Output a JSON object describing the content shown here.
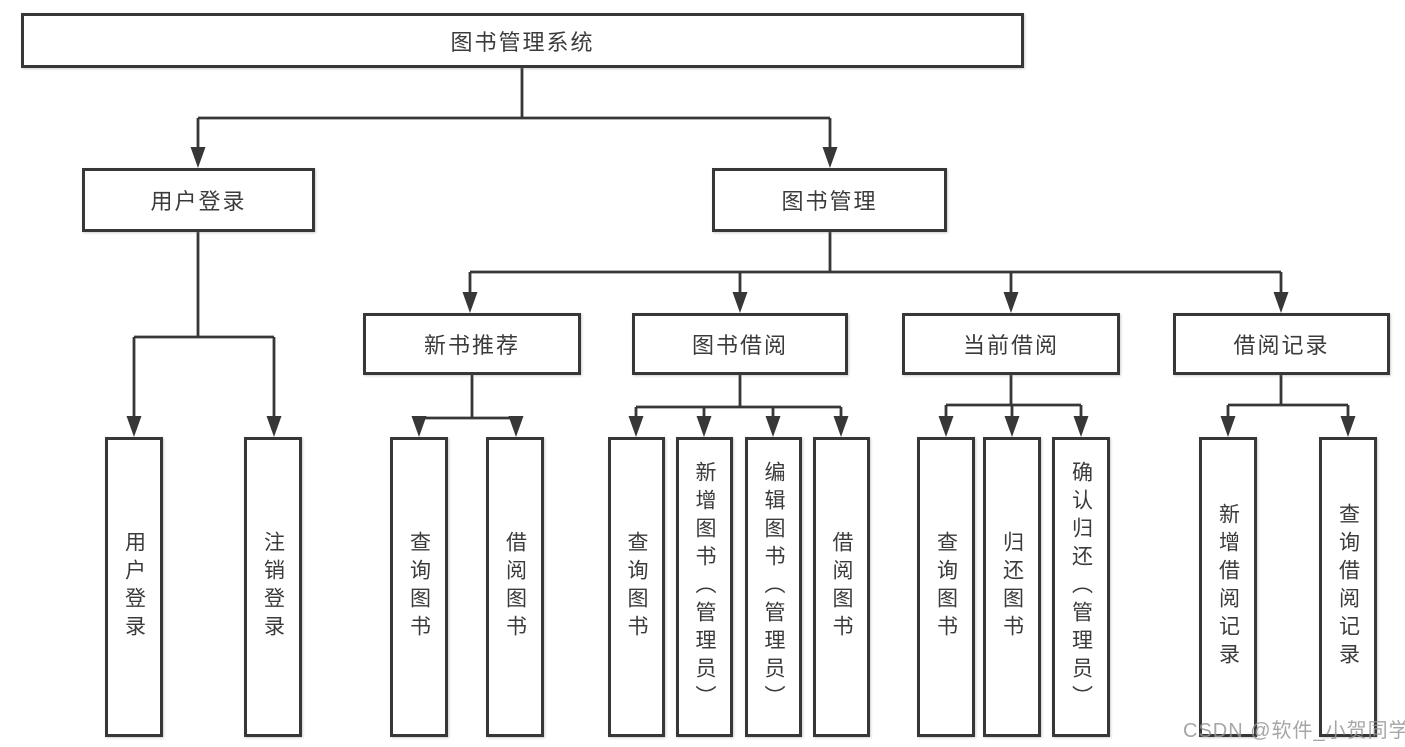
{
  "diagram_type": "hierarchy-tree",
  "hierarchy": {
    "label": "图书管理系统",
    "children": [
      {
        "label": "用户登录",
        "children": [
          {
            "label": "用户登录"
          },
          {
            "label": "注销登录"
          }
        ]
      },
      {
        "label": "图书管理",
        "children": [
          {
            "label": "新书推荐",
            "children": [
              {
                "label": "查询图书"
              },
              {
                "label": "借阅图书"
              }
            ]
          },
          {
            "label": "图书借阅",
            "children": [
              {
                "label": "查询图书"
              },
              {
                "label": "新增图书（管理员）"
              },
              {
                "label": "编辑图书（管理员）"
              },
              {
                "label": "借阅图书"
              }
            ]
          },
          {
            "label": "当前借阅",
            "children": [
              {
                "label": "查询图书"
              },
              {
                "label": "归还图书"
              },
              {
                "label": "确认归还（管理员）"
              }
            ]
          },
          {
            "label": "借阅记录",
            "children": [
              {
                "label": "新增借阅记录"
              },
              {
                "label": "查询借阅记录"
              }
            ]
          }
        ]
      }
    ]
  },
  "watermark": "CSDN @软件_小贺同学",
  "colors": {
    "line": "#373737",
    "text": "#3b3b3b",
    "box_background": "#ffffff",
    "watermark": "#969696",
    "background": "#ffffff"
  }
}
